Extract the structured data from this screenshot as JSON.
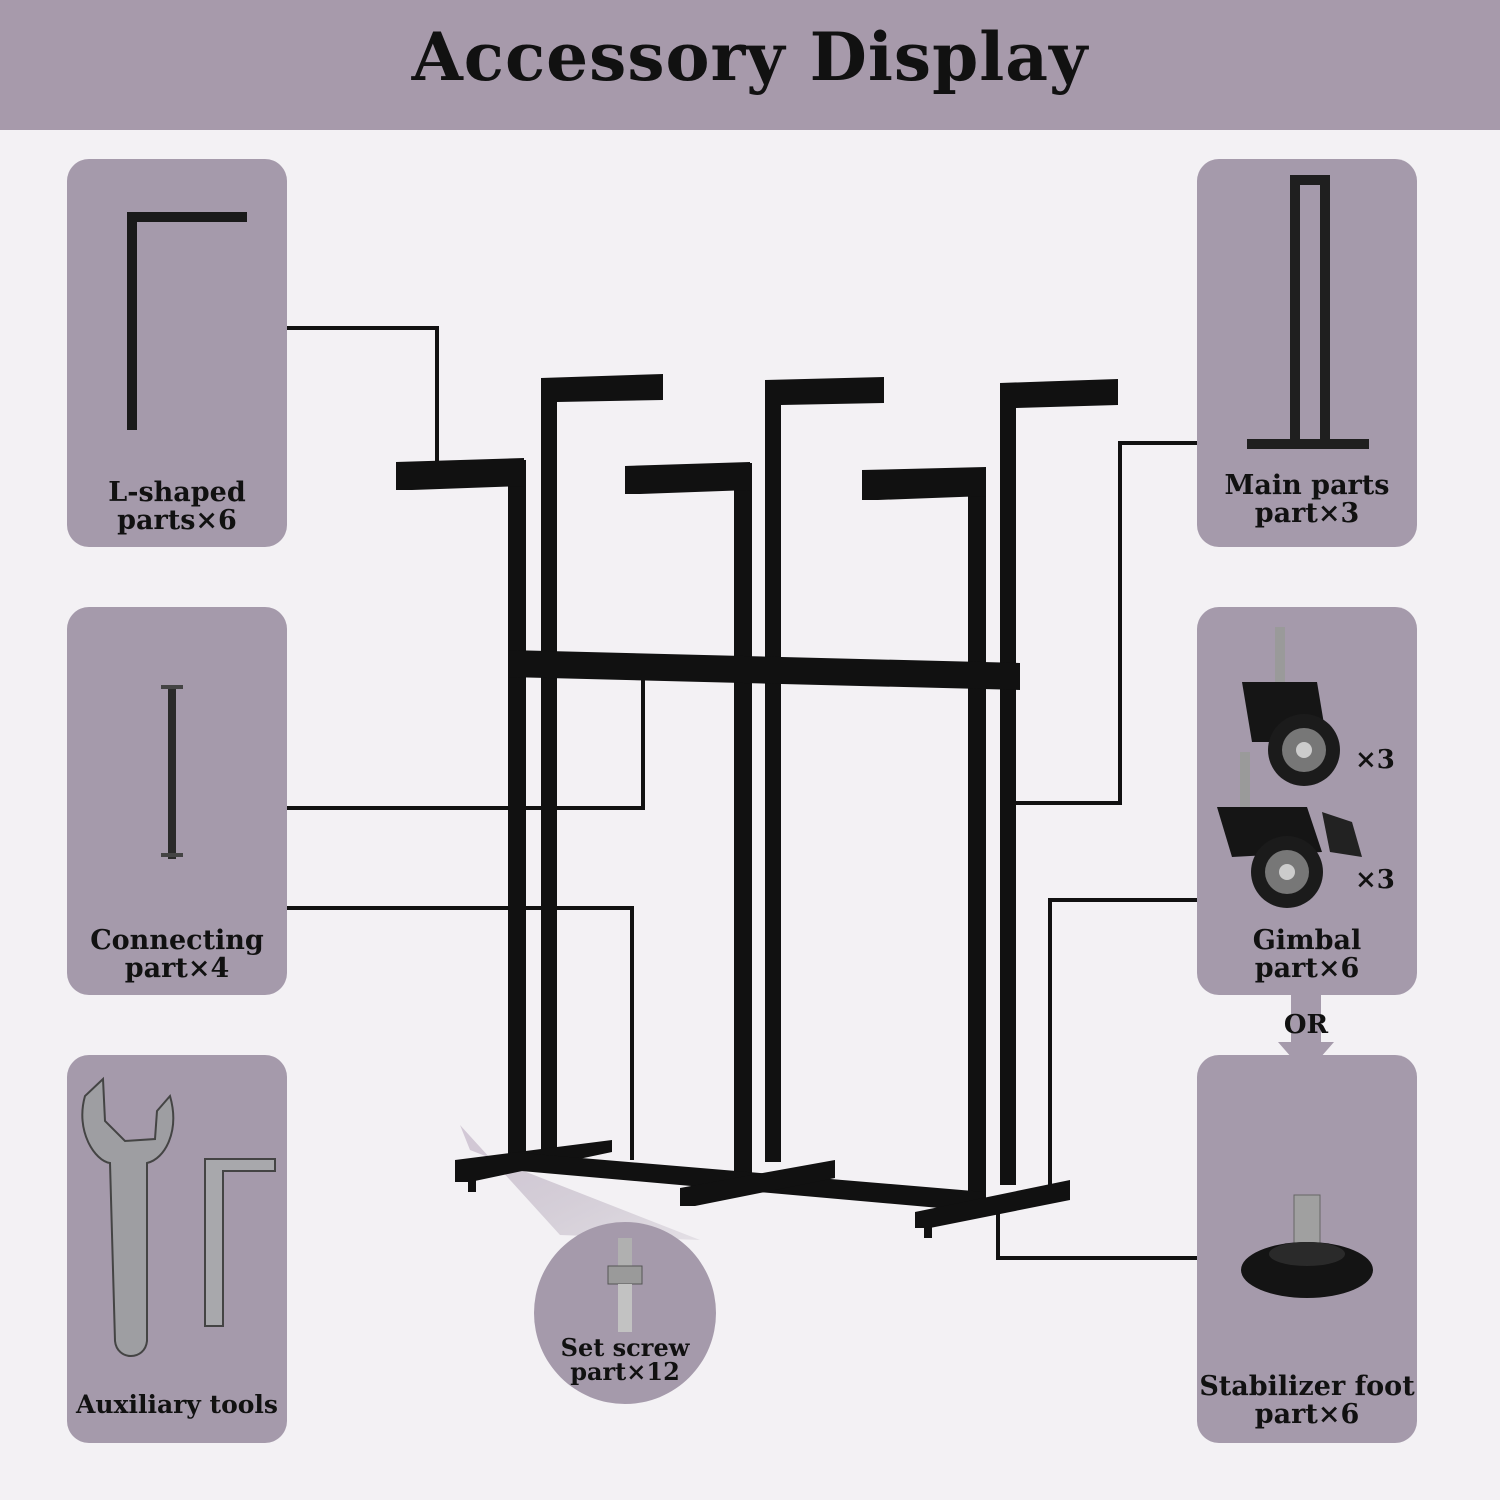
{
  "title": "Accessory Display",
  "colors": {
    "banner": "#a79aab",
    "card": "#a59aab",
    "background": "#f3f1f4",
    "metal": "#111111"
  },
  "parts": {
    "l_shaped": {
      "line1": "L-shaped",
      "line2": "parts×6",
      "icon": "l-shaped-bar-icon"
    },
    "connecting": {
      "line1": "Connecting",
      "line2": "part×4",
      "icon": "connecting-rod-icon"
    },
    "tools": {
      "line1": "Auxiliary tools",
      "icon": "wrench-and-hex-key-icon"
    },
    "main": {
      "line1": "Main parts",
      "line2": "part×3",
      "icon": "main-frame-icon"
    },
    "gimbal": {
      "line1": "Gimbal",
      "line2": "part×6",
      "icon": "caster-wheel-icon",
      "mult_a": "×3",
      "mult_b": "×3"
    },
    "or_label": "OR",
    "stabilizer": {
      "line1": "Stabilizer foot",
      "line2": "part×6",
      "icon": "leveling-foot-icon"
    },
    "set_screw": {
      "line1": "Set screw",
      "line2": "part×12",
      "icon": "bolt-icon"
    }
  }
}
